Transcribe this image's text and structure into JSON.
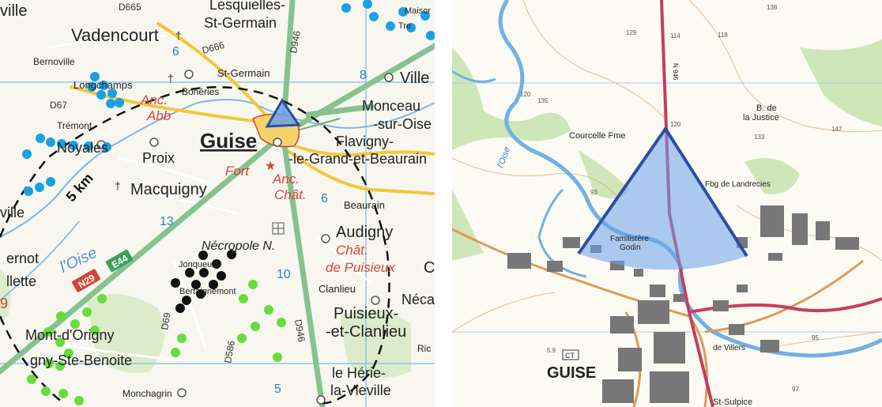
{
  "left_map": {
    "places": {
      "vadencourt": "Vadencourt",
      "lesquielles": "Lesquielles-",
      "st_germain_top": "St-Germain",
      "st_germain": "St-Germain",
      "boheries": "Bohéries",
      "bernoville": "Bernoville",
      "longchamps": "Longchamps",
      "tremont": "Trémont",
      "noyales": "Noyales",
      "proix": "Proix",
      "guise": "Guise",
      "macquigny": "Macquigny",
      "monceau": "Monceau",
      "sur_oise": "-sur-Oise",
      "flavigny": "Flavigny-",
      "le_grand": "-le-Grand-et-Beaurain",
      "ville_tr": "Ville",
      "ville_l": "ville",
      "beaurain": "Beaurain",
      "audigny": "Audigny",
      "jonqueuse": "Jonqueuse",
      "bertaignemont": "Bertaignemont",
      "clanlieu": "Clanlieu",
      "puisieux_1": "Puisieux-",
      "puisieux_2": "-et-Clanlieu",
      "montdorigny": "Mont-d'Origny",
      "benoite": "gny-Ste-Benoite",
      "monchagrin": "Monchagrin",
      "herie_1": "le Hérie-",
      "herie_2": "la-Vieville",
      "ernot": "ernot",
      "llette": "llette",
      "neca": "Néca",
      "ric": "Ric",
      "daisme": "Maisor",
      "tre": "Tre"
    },
    "roads": {
      "d665": "D665",
      "d666": "D666",
      "d946": "D946",
      "d67": "D67",
      "d69": "D69",
      "d586": "D586",
      "d946_s": "D946",
      "n29": "N29",
      "e44": "E44"
    },
    "features": {
      "anc_abb_1": "Anc.",
      "anc_abb_2": "Abb",
      "fort": "Fort",
      "anc_chat_1": "Anc.",
      "anc_chat_2": "Chât.",
      "chat_puisieux_1": "Chât.",
      "chat_puisieux_2": "de Puisieux",
      "necropole": "Nécropole N.",
      "river": "l'Oise",
      "radius": "5 km"
    },
    "numbers": {
      "n6": "6",
      "n8": "8",
      "n13": "13",
      "n10": "10",
      "n6b": "6",
      "n5": "5",
      "nc": "C",
      "n9": "9"
    }
  },
  "right_map": {
    "places": {
      "courcelle": "Courcelle Fme",
      "bois_justice_1": "B. de",
      "bois_justice_2": "la Justice",
      "loise": "l'Oise",
      "landrecies": "Fbg de Landrecies",
      "familistere_1": "Familistère",
      "familistere_2": "Godin",
      "guise": "GUISE",
      "st_sulpice": "St-Sulpice",
      "ct": "CT",
      "villers": "de Villers"
    },
    "roads": {
      "n946": "N 946"
    },
    "spot_heights": {
      "h129": "129",
      "h114": "114",
      "h118": "118",
      "h138": "138",
      "h120a": "120",
      "h135": "135",
      "h120b": "120",
      "h133": "133",
      "h147": "147",
      "h93": "93",
      "h59": "5.9",
      "h95": "95",
      "h97": "97"
    }
  },
  "colors": {
    "map_bg": "#f7f6ef",
    "main_road": "#86c28f",
    "secondary_road": "#f3c73a",
    "grid_line": "#92c5e8",
    "blue_dot": "#1aa1e4",
    "green_dot": "#66dd3a",
    "black_dot": "#111111",
    "triangle": "#2a4fa3",
    "triangle_fill": "#6aa0ea",
    "red_road": "#c83c5c",
    "orange_road": "#e09a55"
  }
}
